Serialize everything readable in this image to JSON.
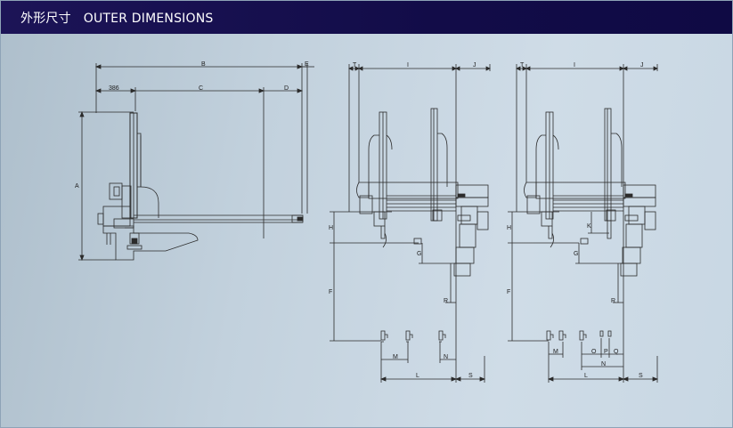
{
  "header": {
    "title": "外形尺寸   OUTER DIMENSIONS"
  },
  "dims": {
    "left": {
      "a": "A",
      "b": "B",
      "c": "C",
      "d": "D",
      "e": "E",
      "w386": "386"
    },
    "mid": {
      "t": "T",
      "i": "I",
      "j": "J",
      "h": "H",
      "g": "G",
      "f": "F",
      "r": "R",
      "m": "M",
      "n": "N",
      "l": "L",
      "s": "S"
    },
    "right": {
      "t": "T",
      "i": "I",
      "j": "J",
      "h": "H",
      "k": "K",
      "g": "G",
      "f": "F",
      "r": "R",
      "m": "M",
      "o": "O",
      "p": "P",
      "q": "Q",
      "n": "N",
      "l": "L",
      "s": "S"
    }
  },
  "colors": {
    "header": "#140d4d",
    "line": "#2a2a2a",
    "background": "#c4d3df"
  }
}
